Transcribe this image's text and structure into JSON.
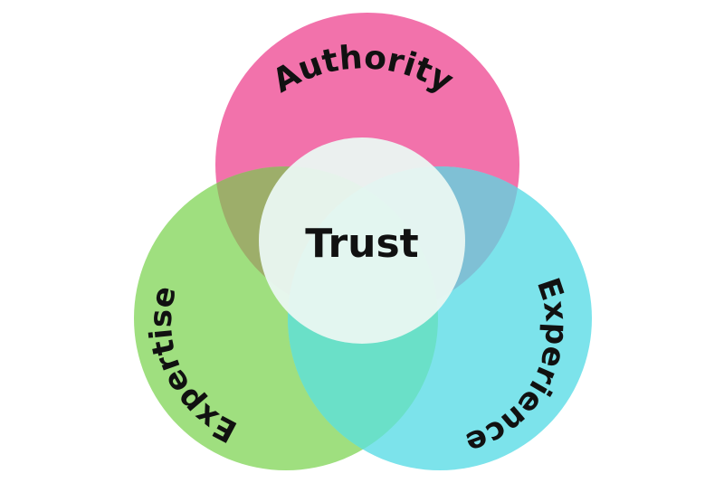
{
  "diagram": {
    "center_label": "Trust",
    "circles": [
      {
        "id": "authority",
        "label": "Authority",
        "color": "#F272AB"
      },
      {
        "id": "expertise",
        "label": "Expertise",
        "color": "#9FDF7F"
      },
      {
        "id": "experience",
        "label": "Experience",
        "color": "#7CE3EB"
      }
    ],
    "center_color": "#EAF7F2",
    "overlap_colors": {
      "authority_expertise": "#9DAE6A",
      "authority_experience": "#7FC0D5",
      "expertise_experience": "#6AE0C8"
    }
  }
}
